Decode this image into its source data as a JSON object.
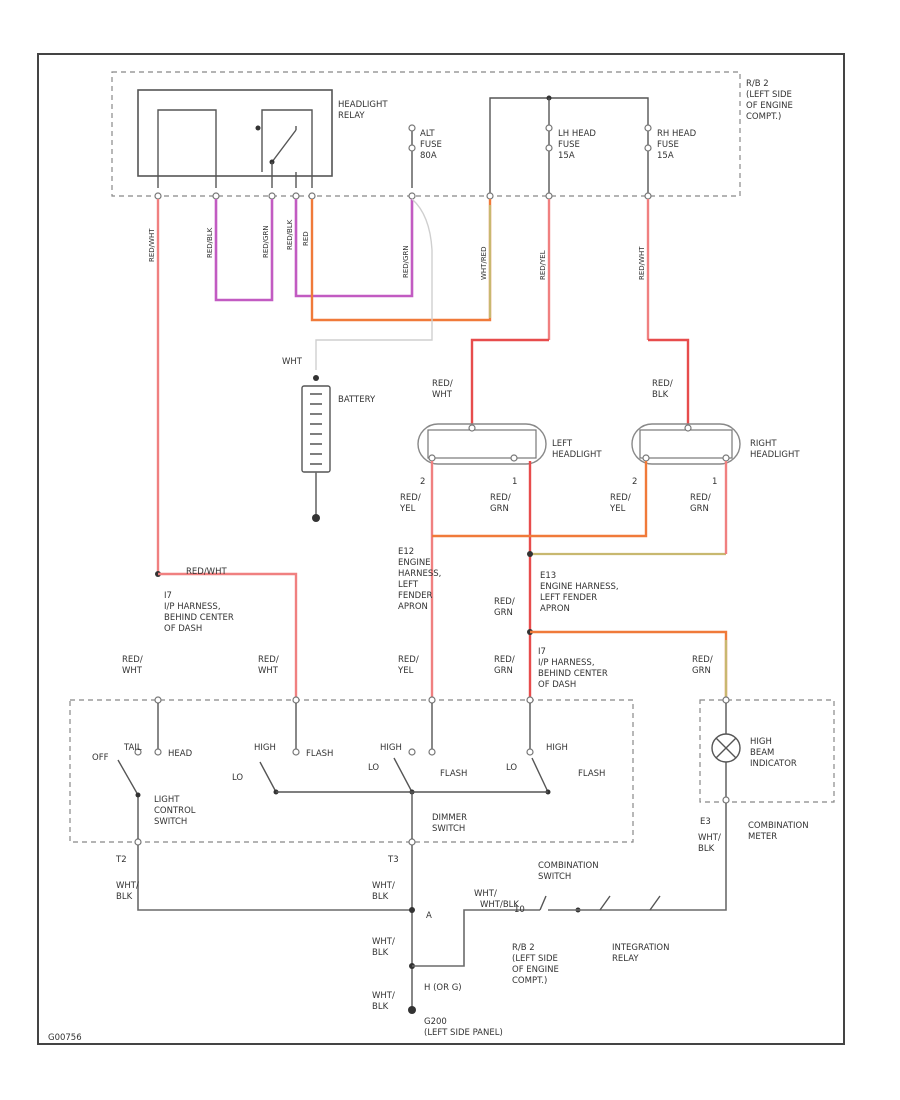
{
  "labels": {
    "headlight_relay": [
      "HEADLIGHT",
      "RELAY"
    ],
    "alt_fuse": [
      "ALT",
      "FUSE",
      "80A"
    ],
    "lh_head_fuse": [
      "LH HEAD",
      "FUSE",
      "15A"
    ],
    "rh_head_fuse": [
      "RH HEAD",
      "FUSE",
      "15A"
    ],
    "rb2_top": [
      "R/B 2",
      "(LEFT SIDE",
      "OF ENGINE",
      "COMPT.)"
    ],
    "wht_batt": "WHT",
    "battery": "BATTERY",
    "red_wht_left": [
      "RED/",
      "WHT"
    ],
    "red_blk_right": [
      "RED/",
      "BLK"
    ],
    "left_headlight": [
      "LEFT",
      "HEADLIGHT"
    ],
    "right_headlight": [
      "RIGHT",
      "HEADLIGHT"
    ],
    "pin_2": "2",
    "pin_1": "1",
    "red_yel": [
      "RED/",
      "YEL"
    ],
    "red_grn": [
      "RED/",
      "GRN"
    ],
    "e12_left": [
      "E12",
      "ENGINE",
      "HARNESS,",
      "LEFT",
      "FENDER",
      "APRON"
    ],
    "e13_right": [
      "E13",
      "ENGINE HARNESS,",
      "LEFT FENDER",
      "APRON"
    ],
    "red_wht_splice": "RED/WHT",
    "ip_harness_left": [
      "I7",
      "I/P HARNESS,",
      "BEHIND CENTER",
      "OF DASH"
    ],
    "ip_harness_right": [
      "I7",
      "I/P HARNESS,",
      "BEHIND CENTER",
      "OF DASH"
    ],
    "red_wht": [
      "RED/",
      "WHT"
    ],
    "off": "OFF",
    "tail": "TAIL",
    "head": "HEAD",
    "hi": "HI",
    "lo": "LO",
    "flash": "FLASH",
    "high": "HIGH",
    "light_control_switch": [
      "LIGHT",
      "CONTROL",
      "SWITCH"
    ],
    "dimmer_switch": [
      "DIMMER",
      "SWITCH"
    ],
    "high_beam_indicator": [
      "HIGH",
      "BEAM",
      "INDICATOR"
    ],
    "combination_meter": [
      "COMBINATION",
      "METER"
    ],
    "t2": "T2",
    "t3": "T3",
    "e3": "E3",
    "wht_blk": [
      "WHT/",
      "BLK"
    ],
    "wht_blk_inline": "WHT/BLK",
    "combination_switch": [
      "COMBINATION",
      "SWITCH"
    ],
    "integration_relay": [
      "INTEGRATION",
      "RELAY"
    ],
    "rb2_bottom": [
      "R/B 2",
      "(LEFT SIDE",
      "OF ENGINE",
      "COMPT.)"
    ],
    "pin_a": "A",
    "pin_c_or_h": "H (OR G)",
    "pin_10": "10",
    "ground": [
      "G200",
      "(LEFT SIDE PANEL)"
    ],
    "figure_id": "G00756",
    "wire_codes": [
      "RED/WHT",
      "RED/BLK",
      "RED/GRN",
      "RED/BLK",
      "RED",
      "RED/GRN",
      "WHT/RED",
      "RED/YEL",
      "RED/WHT",
      "RED/GRN"
    ],
    "wht_vert": "WHT"
  },
  "colors": {
    "red_wire": "#f08080",
    "red_dark": "#e74c4c",
    "purple_wire": "#c25bc2",
    "orange_wire": "#f07a3a",
    "yellow_wire": "#c8b870"
  }
}
